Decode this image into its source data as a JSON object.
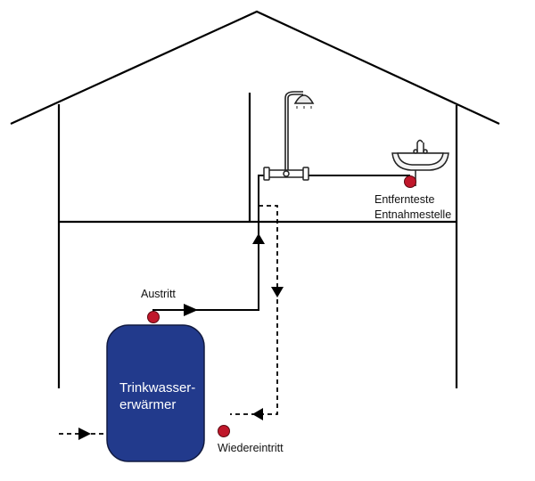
{
  "diagram": {
    "title_lines": [
      "Trinkwasser-",
      "erwärmer"
    ],
    "labels": {
      "outlet": "Austritt",
      "reentry": "Wiedereintritt",
      "farthest_line1": "Entfernteste",
      "farthest_line2": "Entnahmestelle"
    },
    "colors": {
      "tank_fill": "#223a8c",
      "tank_stroke": "#111a40",
      "sensor": "#c0182b",
      "line": "#000000",
      "background": "#ffffff"
    },
    "icons": [
      "shower-icon",
      "sink-icon",
      "mixer-valve-icon"
    ]
  }
}
